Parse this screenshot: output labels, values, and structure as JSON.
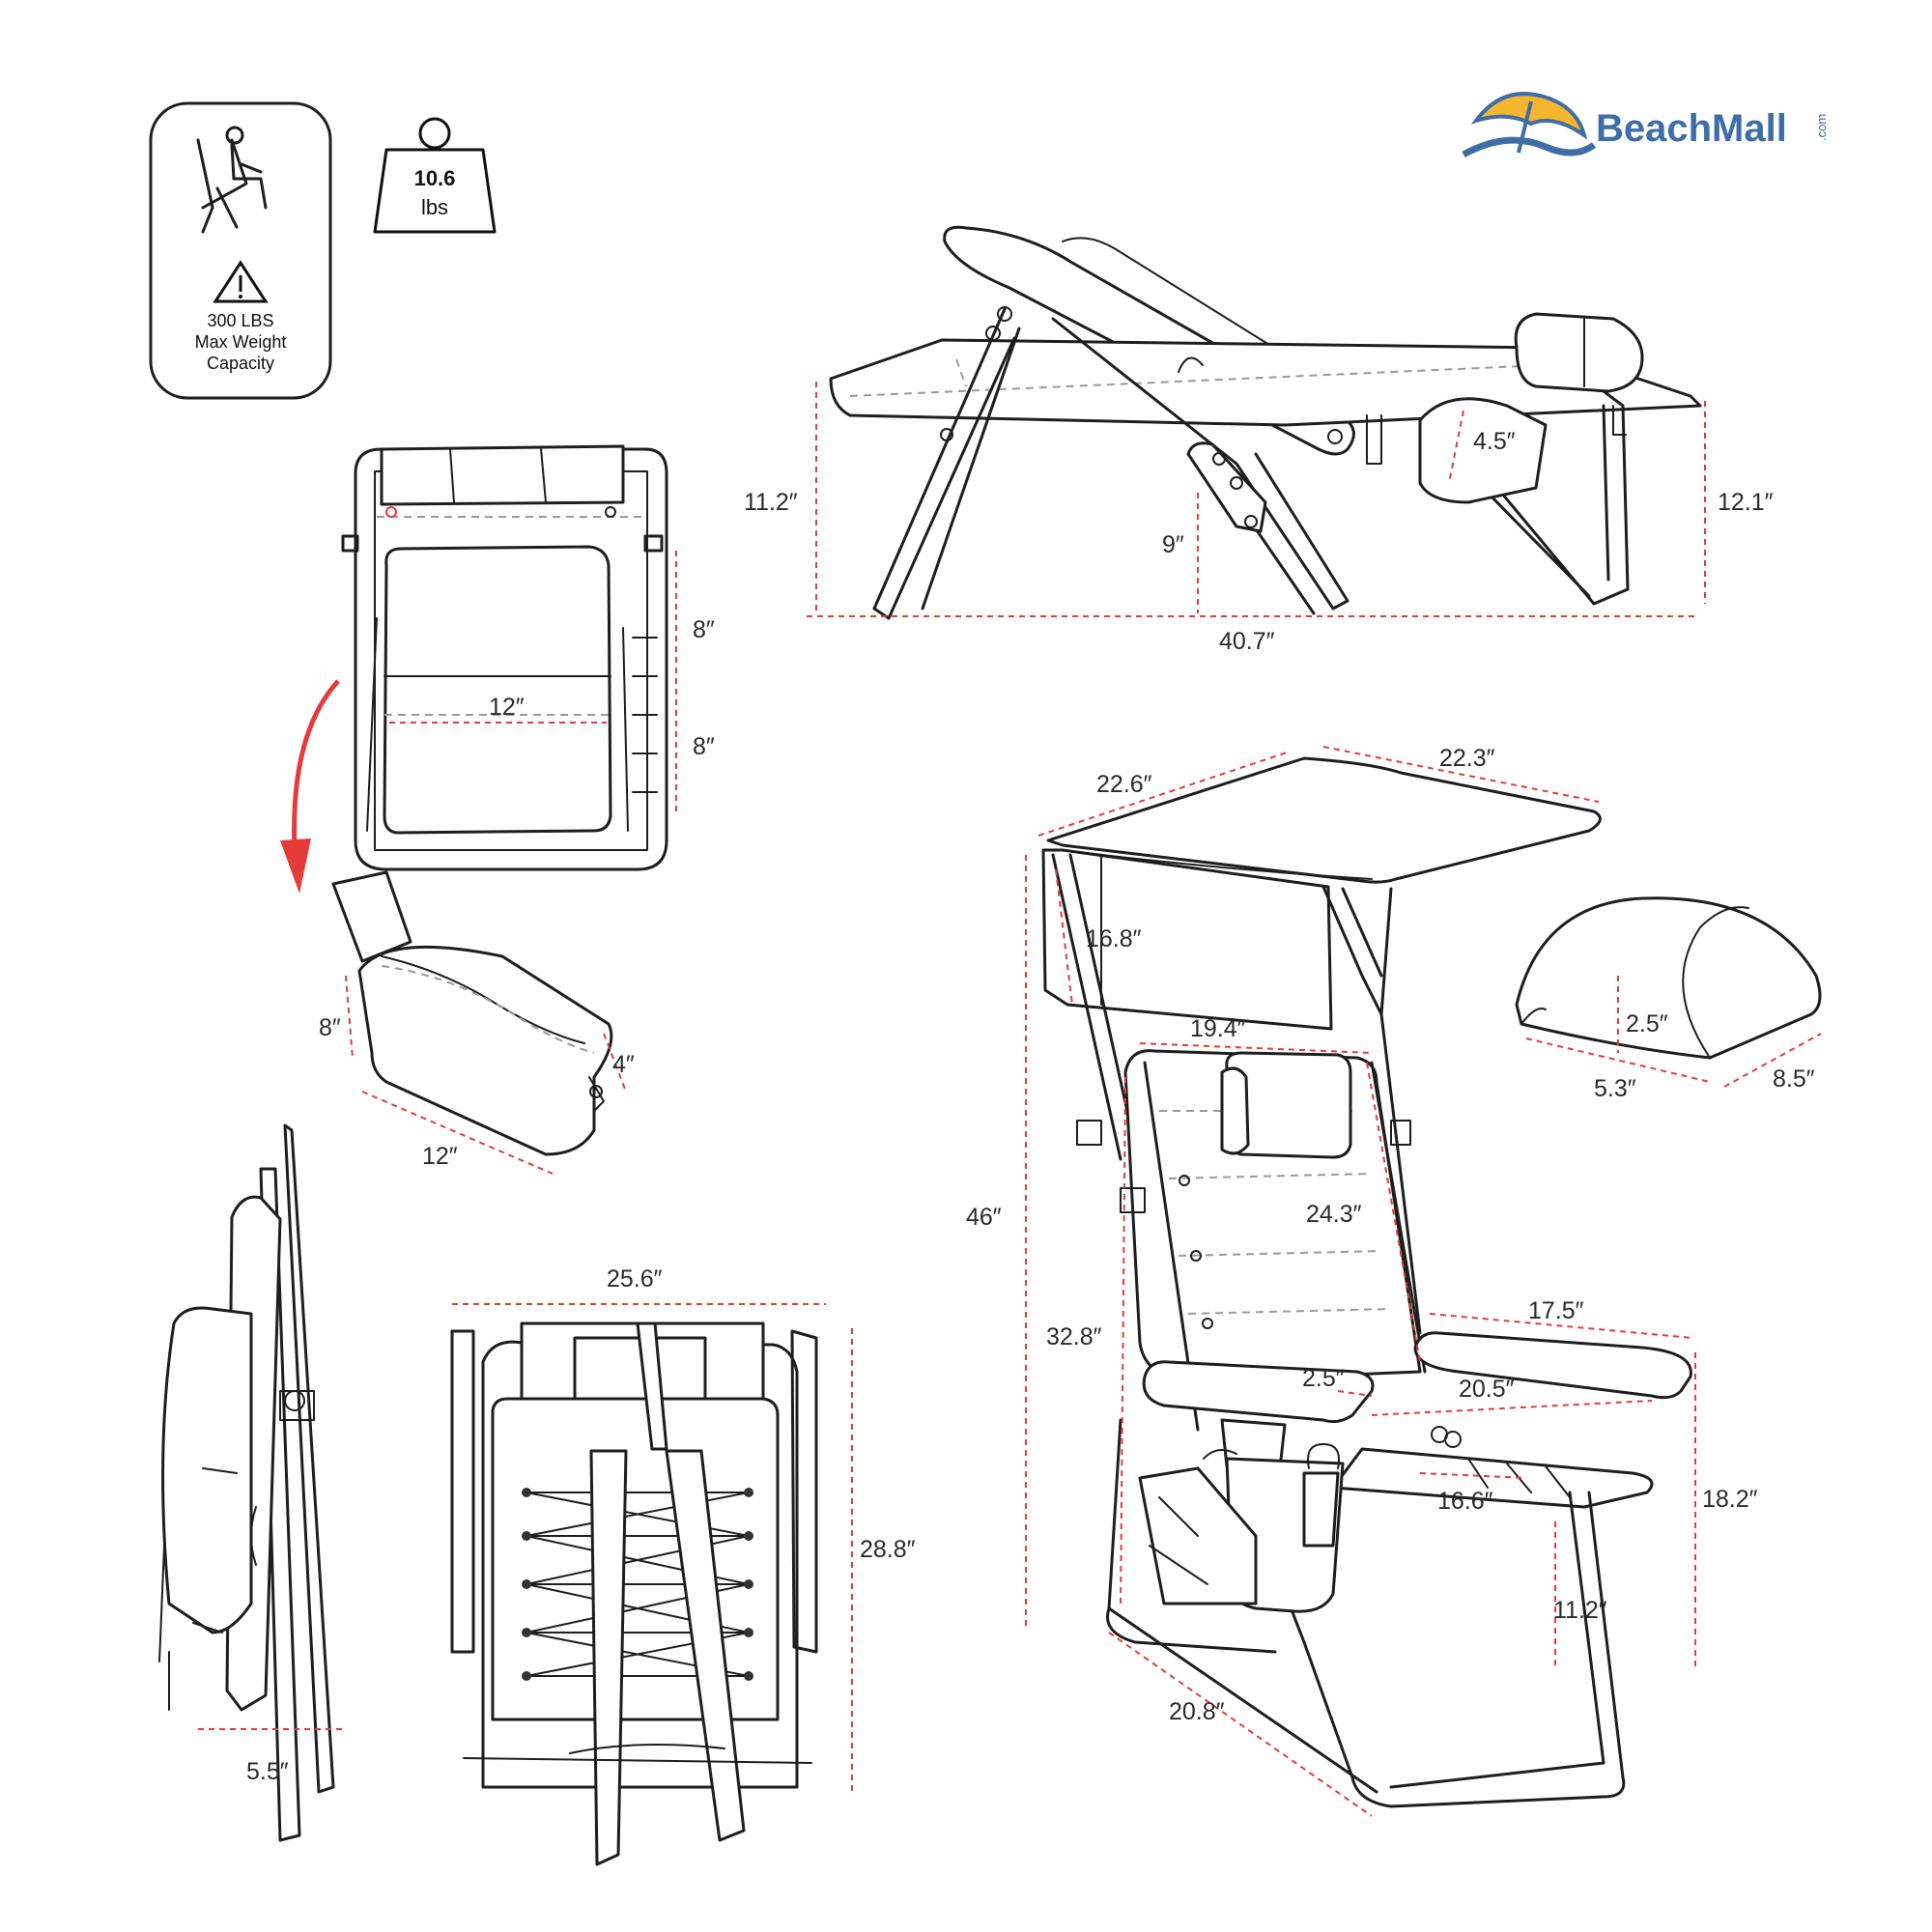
{
  "logo": {
    "name": "BeachMall",
    "suffix": ".com",
    "colors": {
      "text": "#3f6ea6",
      "sun": "#f5b52e",
      "wave": "#3f6ea6"
    }
  },
  "badges": {
    "capacity": {
      "line1": "300 LBS",
      "line2": "Max Weight",
      "line3": "Capacity",
      "icons": [
        "seated-person-icon",
        "warning-icon"
      ]
    },
    "weight": {
      "value": "10.6",
      "unit": "lbs",
      "icon": "weight-icon"
    }
  },
  "dimension_color": "#e53b3b",
  "dimensions": {
    "reclined_left_height": "11.2″",
    "reclined_seat_height": "9″",
    "reclined_length": "40.7″",
    "reclined_pouch": "4.5″",
    "reclined_right_height": "12.1″",
    "back_pouch_upper": "8″",
    "back_pouch_lower": "8″",
    "back_pouch_width": "12″",
    "cooler_height": "8″",
    "cooler_depth": "4″",
    "cooler_width": "12″",
    "folded_thickness": "5.5″",
    "folded_width": "25.6″",
    "folded_height": "28.8″",
    "canopy_left": "22.6″",
    "canopy_right": "22.3″",
    "canopy_drop": "16.8″",
    "back_width": "19.4″",
    "total_height": "46″",
    "back_height": "24.3″",
    "seat_to_top": "32.8″",
    "armrest_length": "17.5″",
    "armrest_thickness": "2.5″",
    "seat_width": "20.5″",
    "seat_depth": "16.6″",
    "arm_height": "18.2″",
    "seat_height": "11.2″",
    "base_width": "20.8″",
    "pillow_height": "2.5″",
    "pillow_width": "5.3″",
    "pillow_length": "8.5″"
  }
}
